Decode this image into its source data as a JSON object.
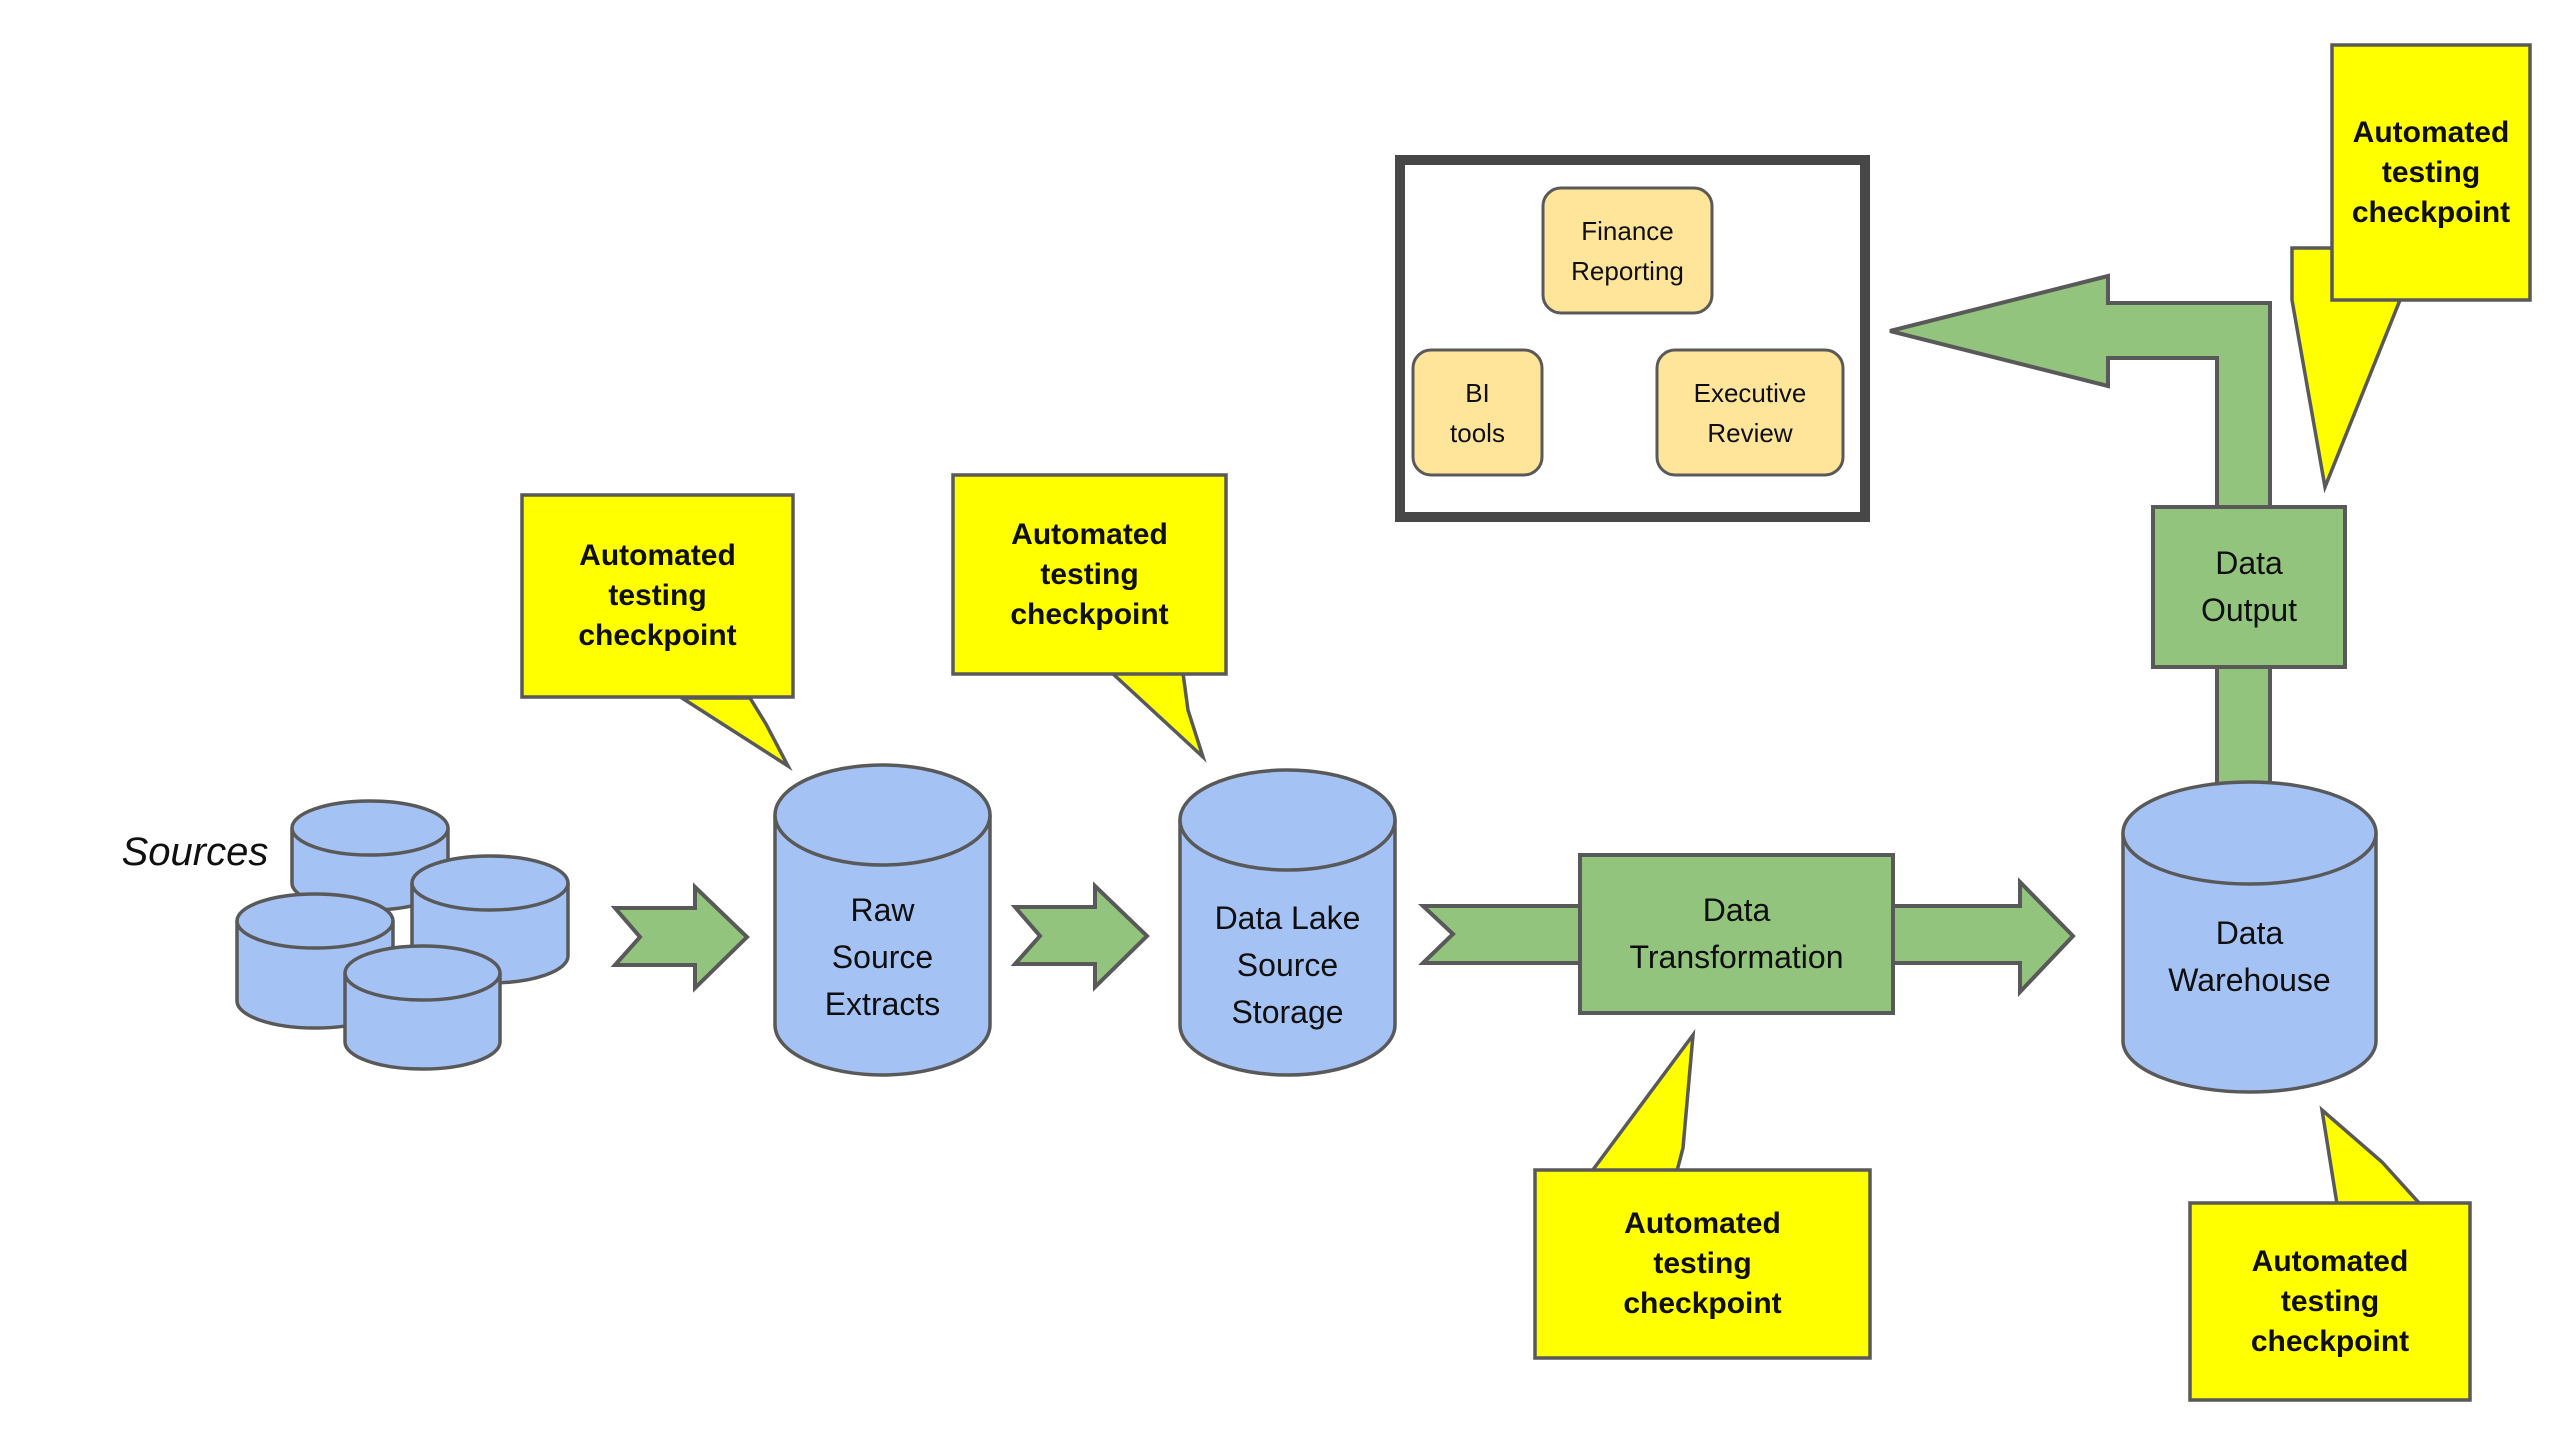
{
  "palette": {
    "blue-fill": "#a4c2f4",
    "green-fill": "#93c47d",
    "yellow-fill": "#ffff00",
    "orange-fill": "#ffe599",
    "shape-border": "#595959",
    "frame-border": "#474747",
    "text-color": "#0f0f0f",
    "canvas-bg": "#ffffff"
  },
  "diagram": {
    "sources_label": "Sources",
    "nodes": {
      "raw": "Raw\nSource\nExtracts",
      "lake": "Data Lake\nSource\nStorage",
      "transformation": "Data\nTransformation",
      "warehouse": "Data\nWarehouse",
      "output": "Data\nOutput"
    },
    "reporting_group": {
      "finance": "Finance\nReporting",
      "bi": "BI\ntools",
      "executive": "Executive\nReview"
    },
    "checkpoints": {
      "c1": "Automated\ntesting\ncheckpoint",
      "c2": "Automated\ntesting\ncheckpoint",
      "c3": "Automated\ntesting\ncheckpoint",
      "c4": "Automated\ntesting\ncheckpoint",
      "c5": "Automated\ntesting\ncheckpoint"
    },
    "icons": {
      "source_cylinders": "database-cylinder-icon",
      "flow_arrows": "block-arrow-icon"
    }
  }
}
